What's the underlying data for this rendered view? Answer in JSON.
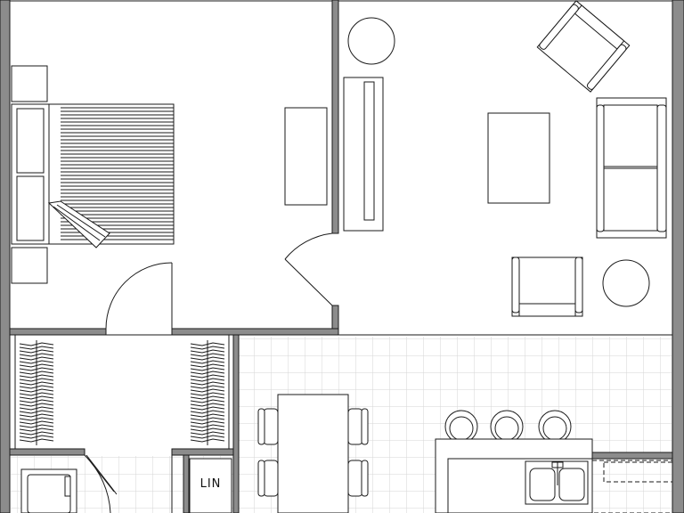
{
  "plan": {
    "rooms": [
      "bedroom",
      "living-room",
      "closet-left",
      "closet-right",
      "kitchen-dining",
      "bathroom",
      "linen-closet"
    ],
    "labels": {
      "linen_closet": "LIN"
    },
    "furniture": {
      "bedroom": [
        "bed",
        "nightstand-top",
        "nightstand-bottom",
        "dresser"
      ],
      "living": [
        "round-side-table",
        "tv-console",
        "armchair-angled",
        "coffee-table",
        "sofa",
        "armchair",
        "round-end-table"
      ],
      "kitchen": [
        "dining-table",
        "dining-chairs",
        "bar-stools",
        "kitchen-island",
        "double-sink",
        "range"
      ],
      "bath": [
        "bathtub"
      ]
    },
    "floor_patterns": {
      "kitchen": "tile-grid",
      "bath": "tile-grid"
    },
    "colors": {
      "wall": "#8c8c8c",
      "line": "#1a1a1a",
      "grid": "#d5d5d5",
      "background": "#ffffff"
    }
  }
}
